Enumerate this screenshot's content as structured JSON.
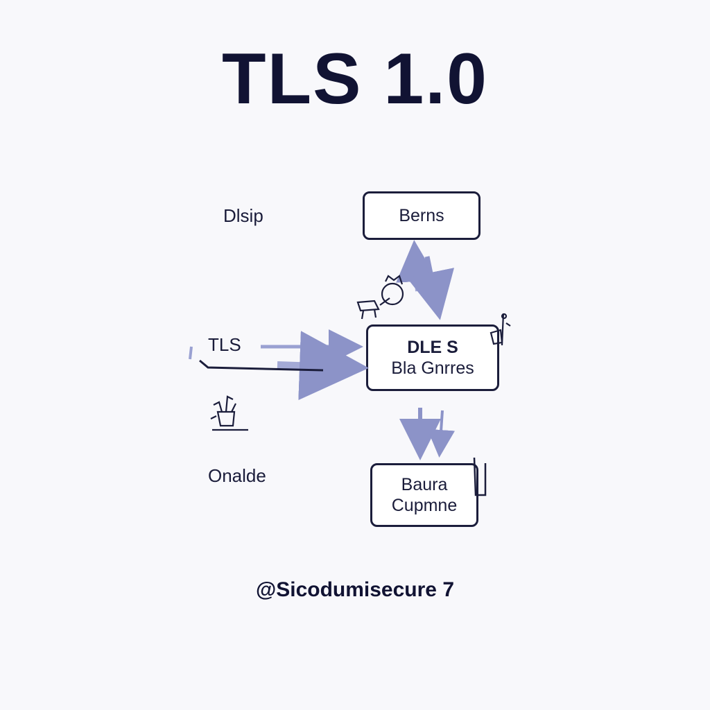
{
  "title": "TLS 1.0",
  "labels": {
    "top_left": "Dlsip",
    "middle_left": "TLS",
    "bottom_left": "Onalde"
  },
  "boxes": {
    "top": {
      "line1": "Berns"
    },
    "middle": {
      "line1": "DLE S",
      "line2": "Bla Gnrres"
    },
    "bottom": {
      "line1": "Baura",
      "line2": "Cupmne"
    }
  },
  "footer": "@Sicodumisecure  7",
  "colors": {
    "background": "#f8f8fb",
    "ink": "#121433",
    "arrow": "#8c93c8"
  },
  "icons": [
    "user-at-laptop-icon",
    "plant-pot-icon",
    "person-pin-icon"
  ]
}
